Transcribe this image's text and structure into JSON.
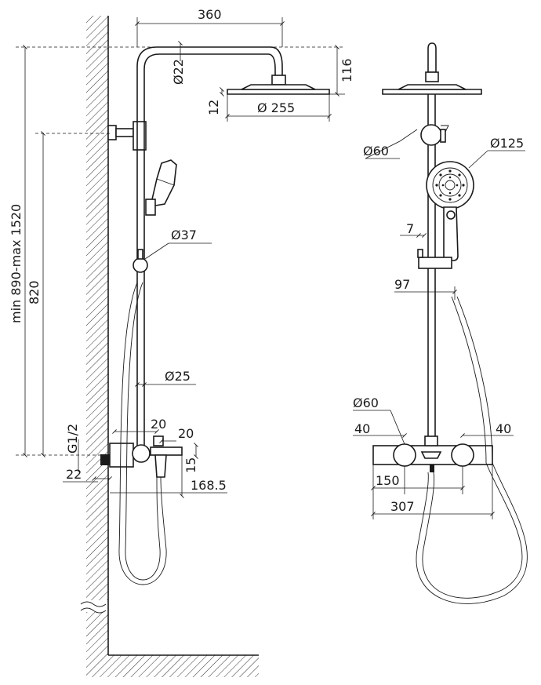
{
  "dimensions": {
    "arm_width": "360",
    "arm_pipe_dia": "Ø22",
    "head_height": "116",
    "head_thickness": "12",
    "head_dia": "Ø 255",
    "total_height": "min 890-max 1520",
    "riser_height": "820",
    "slider_dia": "Ø37",
    "pipe_dia": "Ø25",
    "thread": "G1/2",
    "wall_offset": "22",
    "spout_a": "20",
    "spout_b": "20",
    "spout_c": "15",
    "depth": "168.5",
    "holder_dia": "Ø60",
    "hand_dia": "Ø125",
    "slot": "7",
    "hand_offset": "97",
    "mixer_dia": "Ø60",
    "side_left": "40",
    "side_right": "40",
    "centers": "150",
    "mixer_width": "307"
  },
  "colors": {
    "line": "#1a1a1a",
    "background": "#ffffff"
  }
}
